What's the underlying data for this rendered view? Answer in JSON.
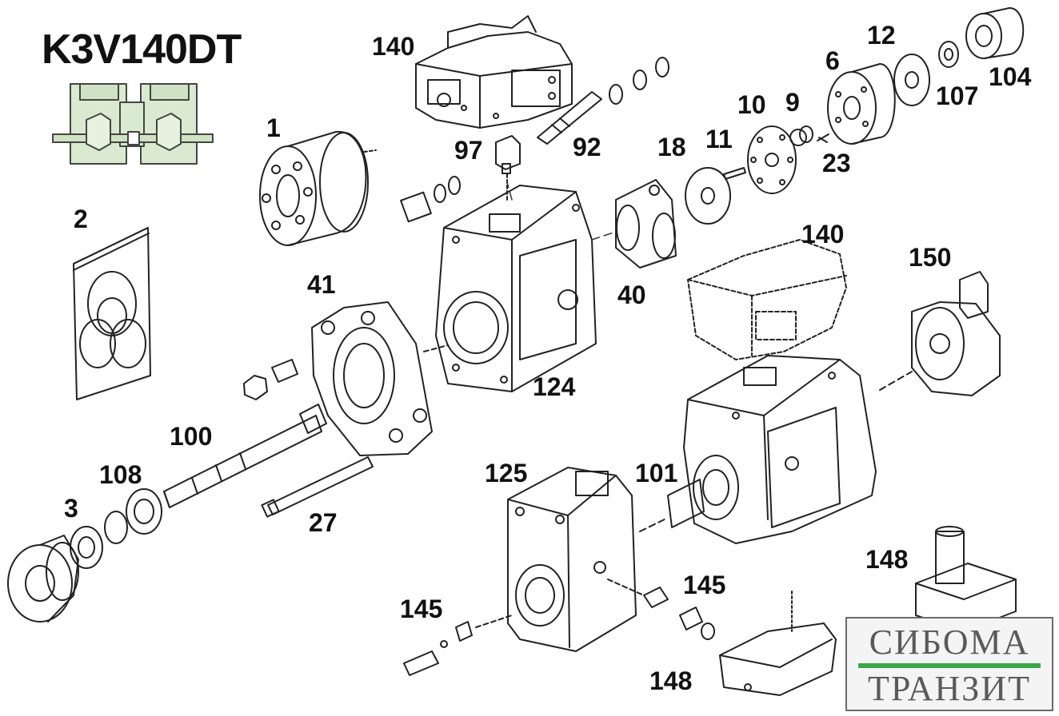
{
  "diagram": {
    "title": "K3V140DT",
    "callouts": [
      {
        "id": "140-top",
        "text": "140"
      },
      {
        "id": "1",
        "text": "1"
      },
      {
        "id": "2",
        "text": "2"
      },
      {
        "id": "97",
        "text": "97"
      },
      {
        "id": "92",
        "text": "92"
      },
      {
        "id": "18",
        "text": "18"
      },
      {
        "id": "11",
        "text": "11"
      },
      {
        "id": "10",
        "text": "10"
      },
      {
        "id": "9",
        "text": "9"
      },
      {
        "id": "23",
        "text": "23"
      },
      {
        "id": "6",
        "text": "6"
      },
      {
        "id": "12",
        "text": "12"
      },
      {
        "id": "107",
        "text": "107"
      },
      {
        "id": "104",
        "text": "104"
      },
      {
        "id": "40",
        "text": "40"
      },
      {
        "id": "140-right",
        "text": "140"
      },
      {
        "id": "150",
        "text": "150"
      },
      {
        "id": "41",
        "text": "41"
      },
      {
        "id": "124",
        "text": "124"
      },
      {
        "id": "100",
        "text": "100"
      },
      {
        "id": "108",
        "text": "108"
      },
      {
        "id": "3",
        "text": "3"
      },
      {
        "id": "27",
        "text": "27"
      },
      {
        "id": "125",
        "text": "125"
      },
      {
        "id": "101",
        "text": "101"
      },
      {
        "id": "145-right",
        "text": "145"
      },
      {
        "id": "145-left",
        "text": "145"
      },
      {
        "id": "148-top",
        "text": "148"
      },
      {
        "id": "148-bottom",
        "text": "148"
      }
    ]
  },
  "watermark": {
    "line1": "СИБОМА",
    "line2": "ТРАНЗИТ",
    "accent_color": "#39a845",
    "text_color": "#5a5a5a"
  },
  "colors": {
    "line": "#222222",
    "pump_fill": "#d9ead0"
  }
}
